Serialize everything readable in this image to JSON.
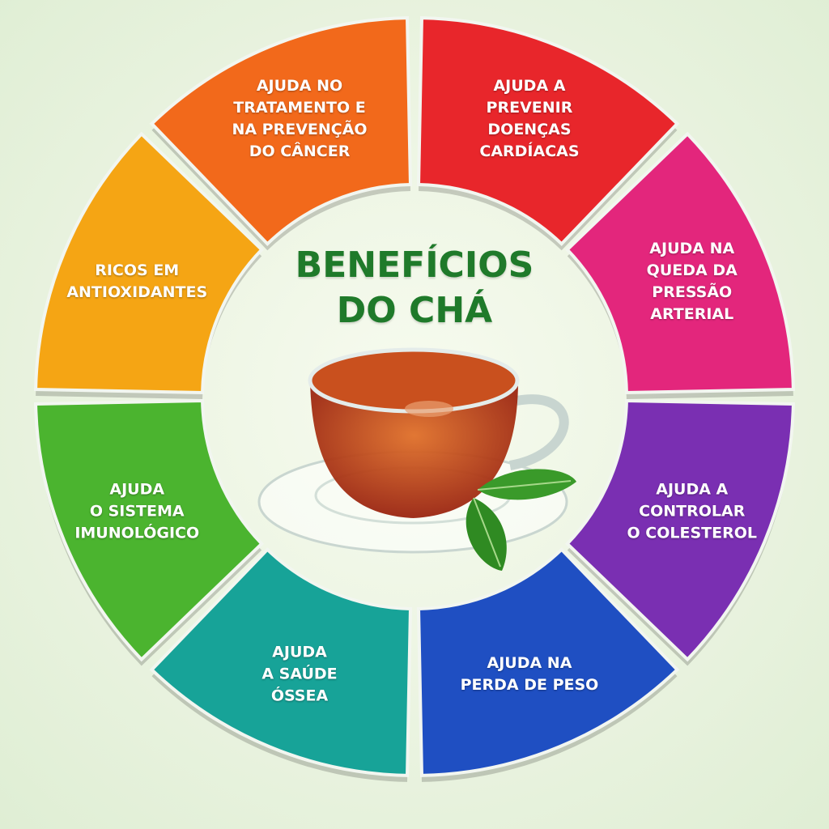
{
  "title_line1": "BENEFÍCIOS",
  "title_line2": "DO CHÁ",
  "segments": [
    {
      "label": "AJUDA A\nPREVENIR\nDOENÇAS\nCARDÍACAS",
      "color": "#e8262b"
    },
    {
      "label": "AJUDA NA\nQUEDA DA\nPRESSÃO\nARTERIAL",
      "color": "#e3267c"
    },
    {
      "label": "AJUDA A\nCONTROLAR\nO COLESTEROL",
      "color": "#7a2fb2"
    },
    {
      "label": "AJUDA NA\nPERDA DE PESO",
      "color": "#1f4fc2"
    },
    {
      "label": "AJUDA\nA SAÚDE\nÓSSEA",
      "color": "#17a398"
    },
    {
      "label": "AJUDA\nO SISTEMA\nIMUNOLÓGICO",
      "color": "#4bb42f"
    },
    {
      "label": "RICOS EM\nANTIOXIDANTES",
      "color": "#f5a514"
    },
    {
      "label": "AJUDA NO\nTRATAMENTO E\nNA PREVENÇÃO\nDO CÂNCER",
      "color": "#f2691b"
    }
  ]
}
